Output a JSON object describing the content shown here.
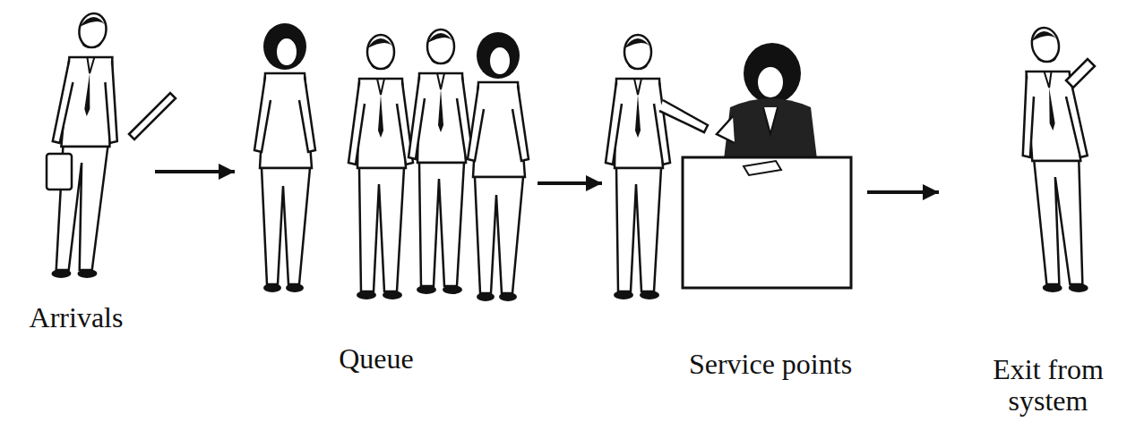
{
  "diagram": {
    "nodes": [
      {
        "text": [
          "Arrivals"
        ]
      },
      {
        "text": [
          "Queue"
        ]
      },
      {
        "text": [
          "Service points"
        ]
      },
      {
        "text": [
          "Exit from system"
        ]
      }
    ],
    "edges": [
      {
        "from": 0,
        "to": 1,
        "arrow": "to"
      },
      {
        "from": 1,
        "to": 2,
        "arrow": "to"
      },
      {
        "from": 2,
        "to": 3,
        "arrow": "to"
      }
    ]
  }
}
